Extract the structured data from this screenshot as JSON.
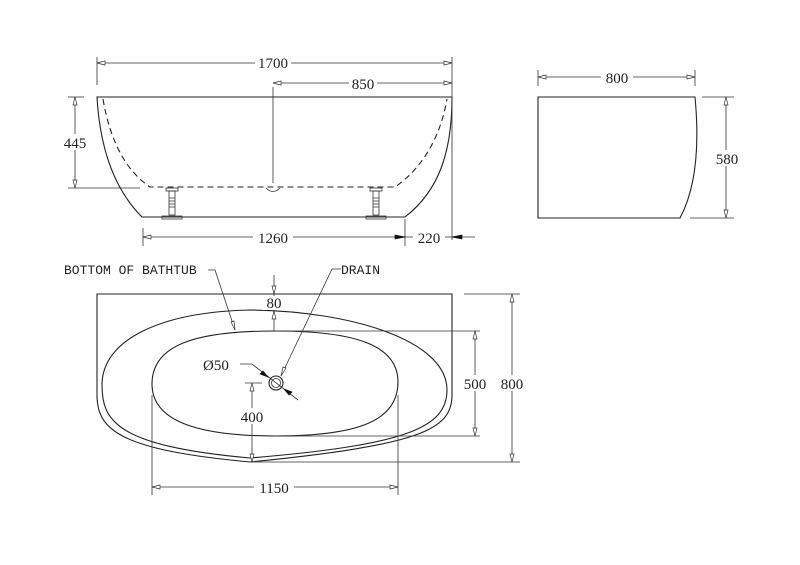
{
  "drawing": {
    "side_view": {
      "length": "1700",
      "half_length": "850",
      "depth": "445",
      "base_length": "1260",
      "overhang": "220"
    },
    "end_view": {
      "width": "800",
      "height": "580"
    },
    "plan_view": {
      "bottom_label": "BOTTOM OF BATHTUB",
      "drain_label": "DRAIN",
      "rim_offset": "80",
      "drain_diameter": "Ø50",
      "drain_offset": "400",
      "bottom_width": "500",
      "overall_width": "800",
      "bottom_length": "1150"
    }
  }
}
